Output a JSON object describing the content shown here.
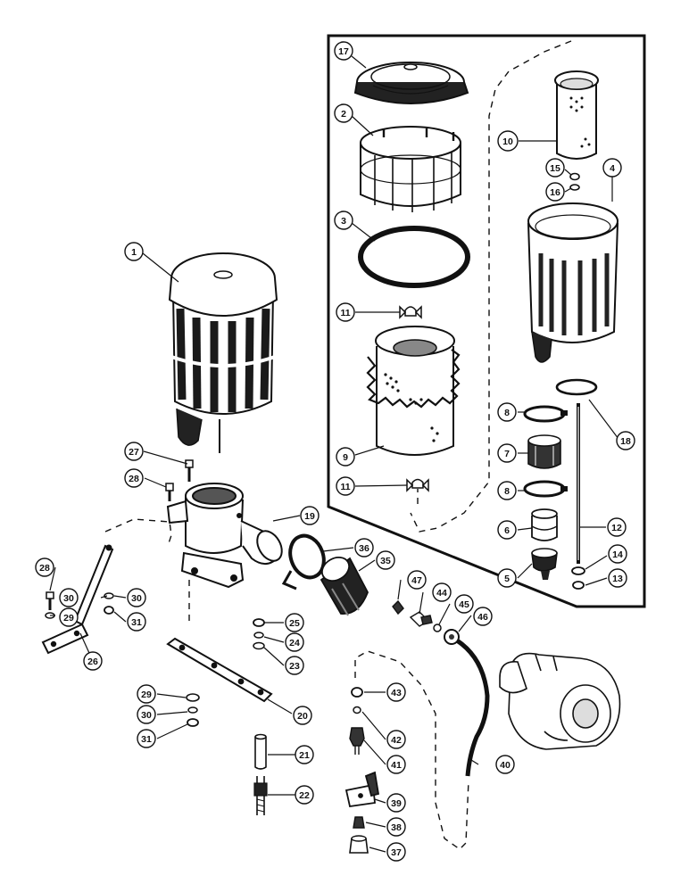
{
  "callouts": {
    "c1": "1",
    "c2": "2",
    "c3": "3",
    "c4": "4",
    "c5": "5",
    "c6": "6",
    "c7": "7",
    "c8a": "8",
    "c8b": "8",
    "c9": "9",
    "c10": "10",
    "c11a": "11",
    "c11b": "11",
    "c12": "12",
    "c13": "13",
    "c14": "14",
    "c15": "15",
    "c16": "16",
    "c17": "17",
    "c18": "18",
    "c19": "19",
    "c20": "20",
    "c21": "21",
    "c22": "22",
    "c23": "23",
    "c24": "24",
    "c25": "25",
    "c26": "26",
    "c27": "27",
    "c28a": "28",
    "c28b": "28",
    "c29a": "29",
    "c29b": "29",
    "c30a": "30",
    "c30b": "30",
    "c30c": "30",
    "c31a": "31",
    "c31b": "31",
    "c35": "35",
    "c36": "36",
    "c37": "37",
    "c38": "38",
    "c39": "39",
    "c40": "40",
    "c41": "41",
    "c42": "42",
    "c43": "43",
    "c44": "44",
    "c45": "45",
    "c46": "46",
    "c47": "47"
  },
  "colors": {
    "ink": "#111111",
    "paper": "#ffffff",
    "shade": "#2a2a2a"
  }
}
